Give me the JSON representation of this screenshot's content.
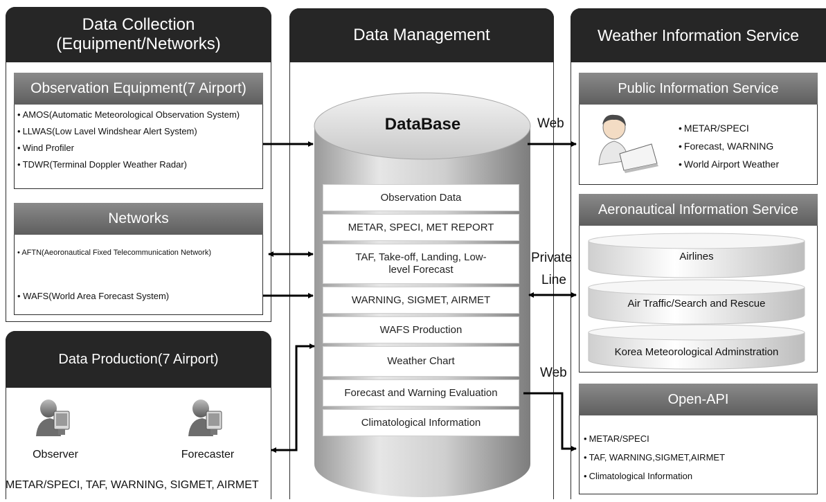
{
  "collection": {
    "title_line1": "Data Collection",
    "title_line2": "(Equipment/Networks)",
    "observation": {
      "title": "Observation Equipment(7 Airport)",
      "items": [
        "AMOS(Automatic Meteorological Observation System)",
        "LLWAS(Low Lavel Windshear Alert System)",
        "Wind Profiler",
        "TDWR(Terminal Doppler Weather Radar)"
      ]
    },
    "networks": {
      "title": "Networks",
      "items": [
        "AFTN(Aeoronautical Fixed Telecommunication Network)",
        "WAFS(World Area Forecast System)"
      ]
    }
  },
  "production": {
    "title": "Data Production(7 Airport)",
    "observer": "Observer",
    "forecaster": "Forecaster",
    "outputs": "METAR/SPECI, TAF, WARNING, SIGMET, AIRMET"
  },
  "management": {
    "title": "Data Management",
    "database_title": "DataBase",
    "rows": [
      "Observation Data",
      "METAR, SPECI, MET REPORT",
      "TAF, Take-off, Landing, Low-level Forecast",
      "WARNING, SIGMET, AIRMET",
      "WAFS Production",
      "Weather Chart",
      "Forecast and Warning Evaluation",
      "Climatological Information"
    ]
  },
  "connections": {
    "web_top": "Web",
    "private_line_1": "Private",
    "private_line_2": "Line",
    "web_bottom": "Web"
  },
  "service": {
    "title": "Weather Information Service",
    "public": {
      "title": "Public Information Service",
      "items": [
        "METAR/SPECI",
        "Forecast, WARNING",
        "World Airport Weather"
      ]
    },
    "aeronautical": {
      "title": "Aeronautical Information Service",
      "items": [
        "Airlines",
        "Air Traffic/Search and Rescue",
        "Korea Meteorological Adminstration"
      ]
    },
    "openapi": {
      "title": "Open-API",
      "items": [
        "METAR/SPECI",
        "TAF, WARNING,SIGMET,AIRMET",
        "Climatological Information"
      ]
    }
  },
  "colors": {
    "header_dark": "#262626",
    "subheader_gray": "#6f6f6f",
    "arrow": "#000000"
  }
}
